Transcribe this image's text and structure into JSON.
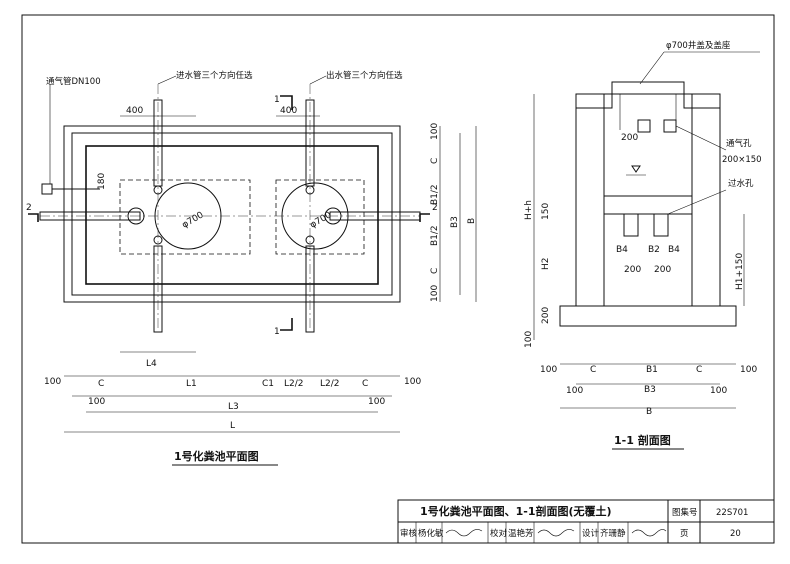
{
  "plan": {
    "caption": "1号化粪池平面图",
    "callout_vent": "通气管DN100",
    "callout_inlet": "进水管三个方向任选",
    "callout_outlet": "出水管三个方向任选",
    "manhole_dia": "φ700",
    "section_mark": "1",
    "section_mark_side": "2",
    "d_400": "400",
    "d_180": "180",
    "d_100": "100",
    "d_C": "C",
    "d_B1_2": "B1/2",
    "d_B3": "B3",
    "d_B": "B",
    "d_L4": "L4",
    "d_L1": "L1",
    "d_C1": "C1",
    "d_L2_2": "L2/2",
    "d_L3": "L3",
    "d_L": "L"
  },
  "section": {
    "caption": "1-1 剖面图",
    "callout_cover": "φ700井盖及盖座",
    "callout_vent_hole": "通气孔",
    "callout_vent_size": "200×150",
    "callout_overflow": "过水孔",
    "d_200": "200",
    "d_150": "150",
    "d_100": "100",
    "d_H_h": "H+h",
    "d_H2": "H2",
    "d_H1_150": "H1+150",
    "d_B4": "B4",
    "d_B2": "B2",
    "d_C": "C",
    "d_B1": "B1",
    "d_B3": "B3",
    "d_B": "B"
  },
  "title_block": {
    "title": "1号化粪池平面图、1-1剖面图(无覆土)",
    "atlas_label": "图集号",
    "atlas_no": "22S701",
    "review_label": "审核",
    "reviewer": "杨化敏",
    "check_label": "校对",
    "checker": "温艳芳",
    "design_label": "设计",
    "designer": "齐珊静",
    "page_label": "页",
    "page_no": "20"
  }
}
